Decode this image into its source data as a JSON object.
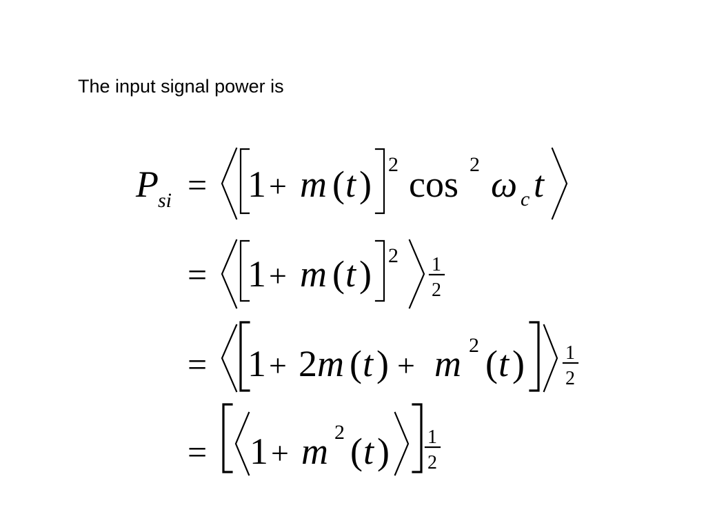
{
  "slide": {
    "heading": "The input signal power is"
  },
  "math": {
    "P": "P",
    "si": "si",
    "eq": "=",
    "one": "1",
    "two": "2",
    "plus": "+",
    "m": "m",
    "t": "t",
    "lparen": "(",
    "rparen": ")",
    "sq": "2",
    "cos": "cos",
    "omega": "ω",
    "c": "c",
    "half_num": "1",
    "half_den": "2"
  }
}
